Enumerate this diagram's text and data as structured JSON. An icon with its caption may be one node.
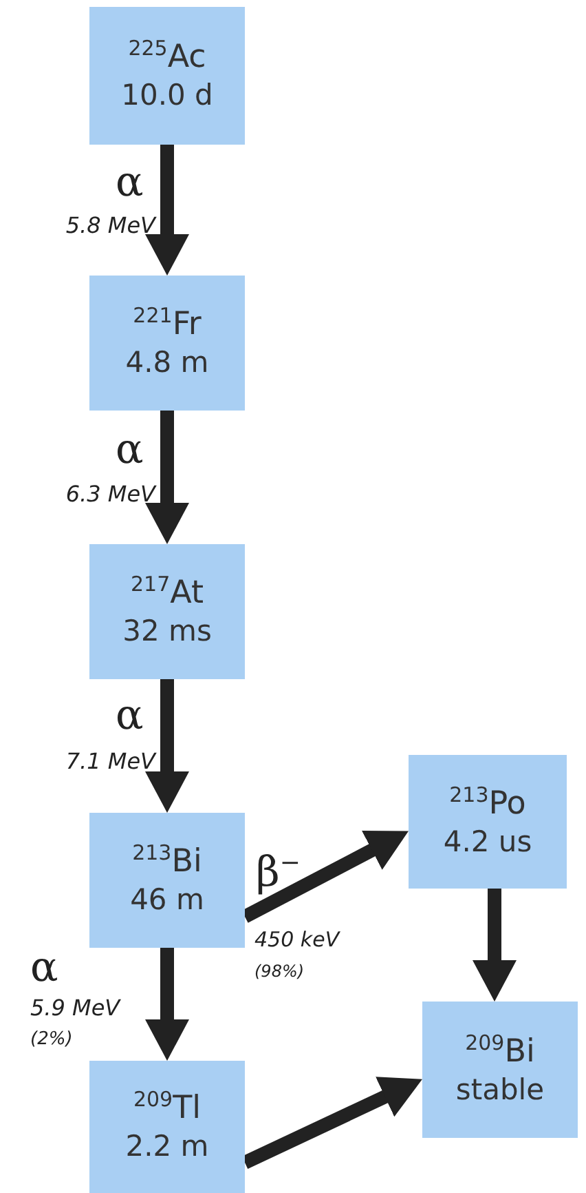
{
  "diagram": {
    "nodes": [
      {
        "text": [
          "$^{225}$Ac",
          "10.0 d"
        ]
      },
      {
        "text": [
          "$^{221}$Fr",
          "4.8 m"
        ]
      },
      {
        "text": [
          "$^{217}$At",
          "32 ms"
        ]
      },
      {
        "text": [
          "$^{213}$Bi",
          "46 m"
        ]
      },
      {
        "text": [
          "$^{209}$Tl",
          "2.2 m"
        ]
      },
      {
        "text": [
          "$^{213}$Po",
          "4.2 us"
        ]
      },
      {
        "text": [
          "$^{209}$Bi",
          "stable"
        ]
      }
    ],
    "edges": [
      {
        "from": 0,
        "to": 1,
        "arrow": "to",
        "label": "α"
      },
      {
        "from": 1,
        "to": 2,
        "arrow": "to",
        "label": "α"
      },
      {
        "from": 2,
        "to": 3,
        "arrow": "to",
        "label": "α"
      },
      {
        "from": 3,
        "to": 4,
        "arrow": "to",
        "label": "α"
      },
      {
        "from": 3,
        "to": 5,
        "arrow": "to",
        "label": "β$^{−}$"
      },
      {
        "from": 5,
        "to": 6,
        "arrow": "to"
      },
      {
        "from": 4,
        "to": 6,
        "arrow": "to"
      }
    ],
    "labels": [
      "5.8 MeV",
      "6.3 MeV",
      "7.1 MeV",
      "450 keV",
      "(98%)",
      "5.9 MeV",
      "(2%)"
    ]
  }
}
